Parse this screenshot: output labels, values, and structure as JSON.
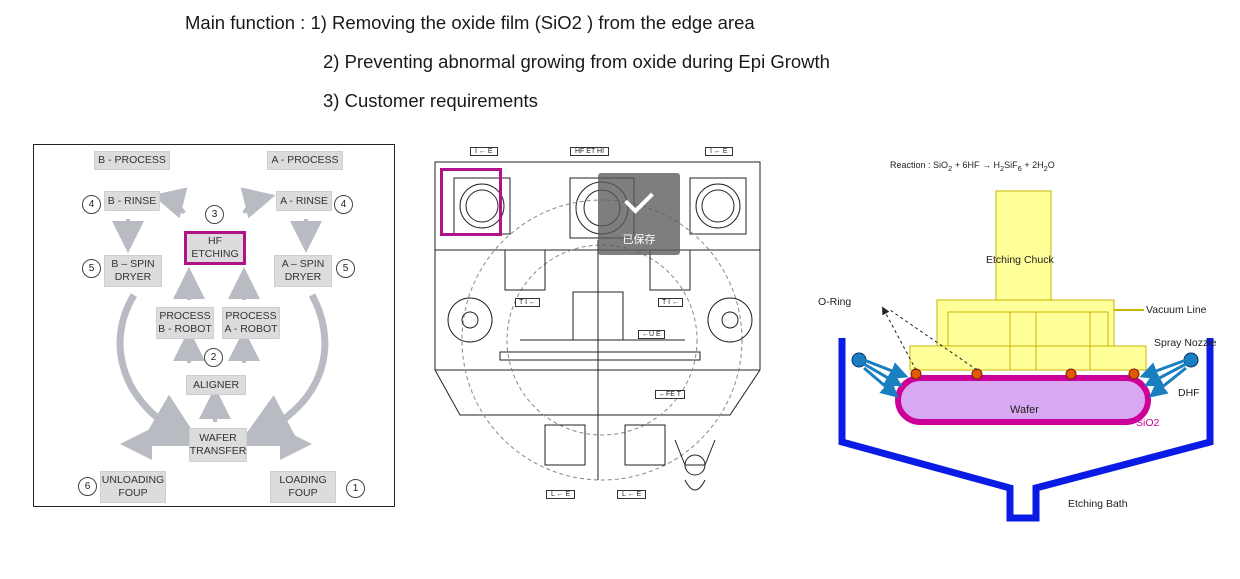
{
  "header": {
    "line1": "Main function : 1) Removing the oxide film (SiO2 ) from the edge area",
    "line2": "2) Preventing abnormal growing from oxide during Epi Growth",
    "line3": "3) Customer requirements"
  },
  "flow": {
    "b_process": "B - PROCESS",
    "a_process": "A - PROCESS",
    "b_rinse": "B - RINSE",
    "a_rinse": "A - RINSE",
    "hf_etching": "HF\nETCHING",
    "b_spin": "B – SPIN\nDRYER",
    "a_spin": "A – SPIN\nDRYER",
    "process_b": "PROCESS\nB - ROBOT",
    "process_a": "PROCESS\nA - ROBOT",
    "aligner": "ALIGNER",
    "wafer_transfer": "WAFER\nTRANSFER",
    "unloading": "UNLOADING\nFOUP",
    "loading": "LOADING\nFOUP",
    "n1": "1",
    "n2": "2",
    "n3": "3",
    "n4a": "4",
    "n4b": "4",
    "n5a": "5",
    "n5b": "5",
    "n6": "6"
  },
  "layout": {
    "tag_top_left": "I ← E",
    "tag_top_mid": "HF ET HI",
    "tag_top_right": "I ← E",
    "tag_t1": "T I ←",
    "tag_t2": "T I ←",
    "tag_mid": "←U E",
    "tag_fe": "←FE T",
    "tag_l1": "L ← E",
    "tag_l2": "L ← E",
    "toast_text": "已保存"
  },
  "etch": {
    "reaction_prefix": "Reaction : SiO",
    "reaction_sub1": "2",
    "reaction_mid": " + 6HF → H",
    "reaction_sub2": "2",
    "reaction_si": "SiF",
    "reaction_sub3": "6",
    "reaction_plus": " + 2H",
    "reaction_sub4": "2",
    "reaction_o": "O",
    "chuck": "Etching Chuck",
    "oring": "O-Ring",
    "vacuum": "Vacuum Line",
    "spray": "Spray Nozzle",
    "dhf": "DHF",
    "wafer": "Wafer",
    "sio2": "SiO2",
    "bath": "Etching Bath"
  },
  "colors": {
    "highlight": "#b0128a",
    "chuck": "#ffff99",
    "chuck_border": "#c9b400",
    "wafer": "#d9a8f2",
    "wafer_rim": "#cc0099",
    "bath": "#0a1be6",
    "spray": "#1a7fc0"
  }
}
